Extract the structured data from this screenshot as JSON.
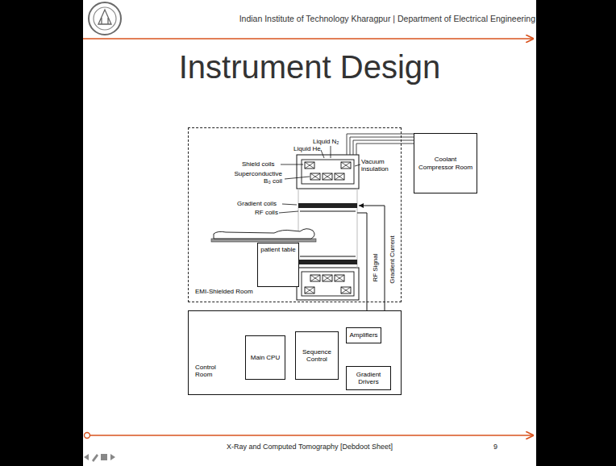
{
  "diagram": {
    "title": "Instrument Design",
    "nodes": [
      {
        "text": [
          "EMI-Shielded Room"
        ]
      },
      {
        "text": [
          "patient table"
        ],
        "in": 0
      },
      {
        "text": [
          "Coolant Compressor Room"
        ]
      },
      {
        "text": [
          "Control Room"
        ]
      },
      {
        "text": [
          "Main CPU"
        ],
        "in": 3
      },
      {
        "text": [
          "Sequence Control"
        ],
        "in": 3
      },
      {
        "text": [
          "Amplifiers"
        ],
        "in": 3
      },
      {
        "text": [
          "Gradient Drivers"
        ],
        "in": 3
      }
    ],
    "edges": [
      {
        "from": 4,
        "to": 5,
        "arrow": "both"
      },
      {
        "from": 5,
        "to": 6,
        "arrow": "both"
      },
      {
        "from": 5,
        "to": 7,
        "arrow": "both"
      }
    ],
    "labels": [
      "Indian Institute of Technology Kharagpur | Department of Electrical Engineering",
      "Liquid N₂",
      "Liquid He",
      "Shield coils",
      "Superconductive B₀ coil",
      "Vacuum insulation",
      "Gradient coils",
      "RF coils",
      "RF Signal",
      "Gradient Current",
      "X-Ray and Computed Tomography [Debdoot Sheet]",
      "9"
    ]
  }
}
